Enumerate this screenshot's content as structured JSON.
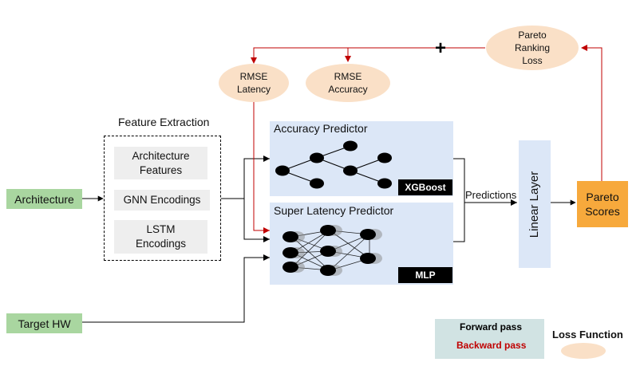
{
  "inputs": {
    "architecture": "Architecture",
    "target_hw": "Target HW"
  },
  "feature_extraction": {
    "title": "Feature Extraction",
    "items": [
      "Architecture\nFeatures",
      "GNN Encodings",
      "LSTM\nEncodings"
    ]
  },
  "losses": {
    "rmse_latency": "RMSE\nLatency",
    "rmse_accuracy": "RMSE\nAccuracy",
    "pareto_ranking_loss": "Pareto\nRanking\nLoss",
    "plus_sign": "+"
  },
  "predictors": {
    "accuracy_title": "Accuracy Predictor",
    "accuracy_model": "XGBoost",
    "latency_title": "Super Latency Predictor",
    "latency_model": "MLP"
  },
  "predictions_label": "Predictions",
  "linear_layer": "Linear Layer",
  "pareto_scores": "Pareto\nScores",
  "legend": {
    "forward": "Forward pass",
    "backward": "Backward pass",
    "loss_function": "Loss Function"
  },
  "colors": {
    "forward": "#000000",
    "backward": "#c00000",
    "loss_ellipse": "#fae0c7",
    "pareto_box": "#f7a93c",
    "predictor_panel": "#dce7f7",
    "input_box": "#a9d6a0",
    "legend_box": "#d1e3e3"
  }
}
